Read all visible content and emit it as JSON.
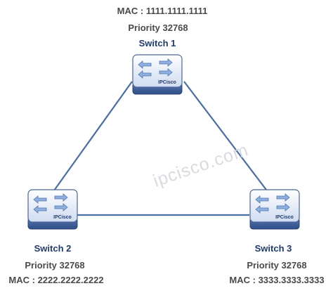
{
  "watermark": "ipcisco.com",
  "colors": {
    "link": "#4a6fa5",
    "switch_top": "#dfe9f7",
    "switch_side": "#3f5f9a",
    "arrow": "#7ea3d8",
    "title_text": "#1f3b6e",
    "info_text": "#4a4a4a"
  },
  "switches": [
    {
      "name": "Switch 1",
      "badge": "IPCisco",
      "mac": "MAC : 1111.1111.1111",
      "priority": "Priority 32768"
    },
    {
      "name": "Switch 2",
      "badge": "IPCisco",
      "mac": "MAC : 2222.2222.2222",
      "priority": "Priority 32768"
    },
    {
      "name": "Switch 3",
      "badge": "IPCisco",
      "mac": "MAC : 3333.3333.3333",
      "priority": "Priority 32768"
    }
  ]
}
